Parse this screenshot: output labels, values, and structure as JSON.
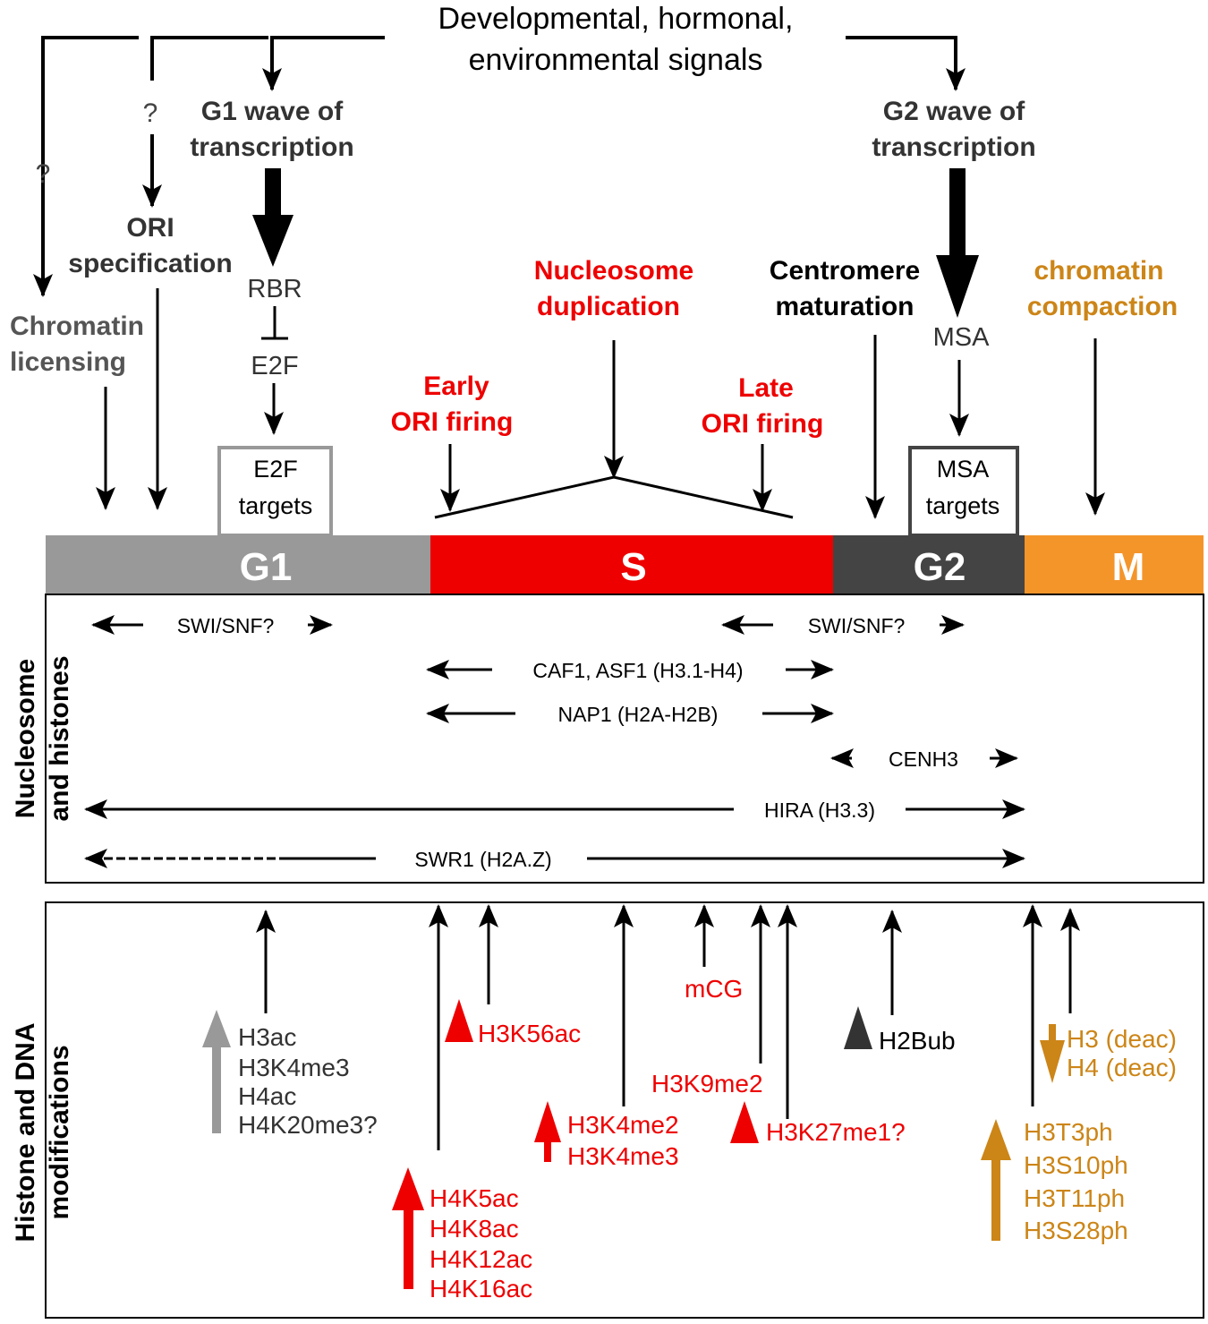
{
  "colors": {
    "black": "#000000",
    "g1_gray": "#999999",
    "licensing_gray": "#555555",
    "s_red": "#ee0000",
    "g2_dark": "#444444",
    "m_orange": "#f4952a",
    "compaction_orange": "#cc8517"
  },
  "top": {
    "signals_line1": "Developmental, hormonal,",
    "signals_line2": "environmental signals",
    "q1": "?",
    "q2": "?",
    "g1_wave_line1": "G1 wave of",
    "g1_wave_line2": "transcription",
    "g2_wave_line1": "G2 wave of",
    "g2_wave_line2": "transcription",
    "ori_spec_line1": "ORI",
    "ori_spec_line2": "specification",
    "licensing_line1": "Chromatin",
    "licensing_line2": "licensing",
    "rbr": "RBR",
    "e2f": "E2F",
    "e2f_targets_line1": "E2F",
    "e2f_targets_line2": "targets",
    "nuc_dup_line1": "Nucleosome",
    "nuc_dup_line2": "duplication",
    "early_line1": "Early",
    "early_line2": "ORI firing",
    "late_line1": "Late",
    "late_line2": "ORI firing",
    "centromere_line1": "Centromere",
    "centromere_line2": "maturation",
    "msa": "MSA",
    "msa_targets_line1": "MSA",
    "msa_targets_line2": "targets",
    "compaction_line1": "chromatin",
    "compaction_line2": "compaction"
  },
  "phases": [
    "G1",
    "S",
    "G2",
    "M"
  ],
  "nucleosome_panel": {
    "side_line1": "Nucleosome",
    "side_line2": "and histones",
    "swisnf_1": "SWI/SNF?",
    "swisnf_2": "SWI/SNF?",
    "caf1": "CAF1, ASF1 (H3.1-H4)",
    "nap1": "NAP1 (H2A-H2B)",
    "cenh3": "CENH3",
    "hira": "HIRA (H3.3)",
    "swr1": "SWR1 (H2A.Z)"
  },
  "modifications_panel": {
    "side_line1": "Histone and DNA",
    "side_line2": "modifications",
    "g1_marks": [
      "H3ac",
      "H3K4me3",
      "H4ac",
      "H4K20me3?"
    ],
    "h4_marks": [
      "H4K5ac",
      "H4K8ac",
      "H4K12ac",
      "H4K16ac"
    ],
    "h3k56ac": "H3K56ac",
    "h3k4_marks": [
      "H3K4me2",
      "H3K4me3"
    ],
    "mcg": "mCG",
    "h3k9me2": "H3K9me2",
    "h3k27me1": "H3K27me1?",
    "h2bub": "H2Bub",
    "deac_marks": [
      "H3 (deac)",
      "H4 (deac)"
    ],
    "ph_marks": [
      "H3T3ph",
      "H3S10ph",
      "H3T11ph",
      "H3S28ph"
    ]
  }
}
